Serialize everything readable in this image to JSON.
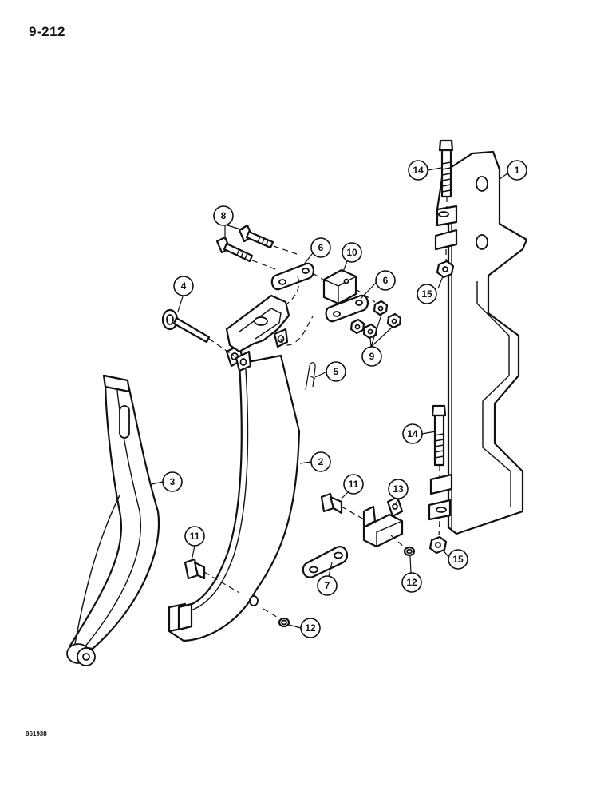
{
  "page": {
    "page_number": "9-212",
    "figure_code": "861938"
  },
  "callouts": [
    {
      "id": "c1",
      "label": "1"
    },
    {
      "id": "c2",
      "label": "2"
    },
    {
      "id": "c3",
      "label": "3"
    },
    {
      "id": "c4",
      "label": "4"
    },
    {
      "id": "c5",
      "label": "5"
    },
    {
      "id": "c6a",
      "label": "6"
    },
    {
      "id": "c6b",
      "label": "6"
    },
    {
      "id": "c7",
      "label": "7"
    },
    {
      "id": "c8",
      "label": "8"
    },
    {
      "id": "c9",
      "label": "9"
    },
    {
      "id": "c10",
      "label": "10"
    },
    {
      "id": "c11a",
      "label": "11"
    },
    {
      "id": "c11b",
      "label": "11"
    },
    {
      "id": "c12a",
      "label": "12"
    },
    {
      "id": "c12b",
      "label": "12"
    },
    {
      "id": "c13",
      "label": "13"
    },
    {
      "id": "c14a",
      "label": "14"
    },
    {
      "id": "c14b",
      "label": "14"
    },
    {
      "id": "c15a",
      "label": "15"
    },
    {
      "id": "c15b",
      "label": "15"
    }
  ]
}
